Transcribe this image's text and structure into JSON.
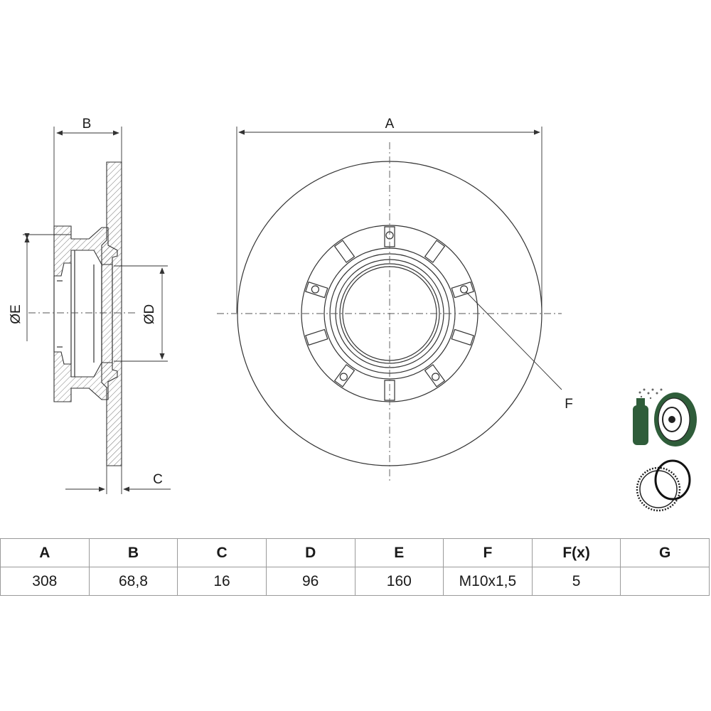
{
  "drawing": {
    "labels": {
      "a": "A",
      "b": "B",
      "c": "C",
      "d": "ØD",
      "e": "ØE",
      "f": "F"
    }
  },
  "specs": {
    "headers": [
      "A",
      "B",
      "C",
      "D",
      "E",
      "F",
      "F(x)",
      "G"
    ],
    "values": [
      "308",
      "68,8",
      "16",
      "96",
      "160",
      "M10x1,5",
      "5",
      ""
    ]
  },
  "icons": [
    "paint-spray-icon",
    "disc-with-hub-icon",
    "abs-ring-icon",
    "seal-ring-icon"
  ],
  "colors": {
    "line": "#333333",
    "icon_green": "#2f5d3a",
    "table_border": "#9a9a9a"
  }
}
